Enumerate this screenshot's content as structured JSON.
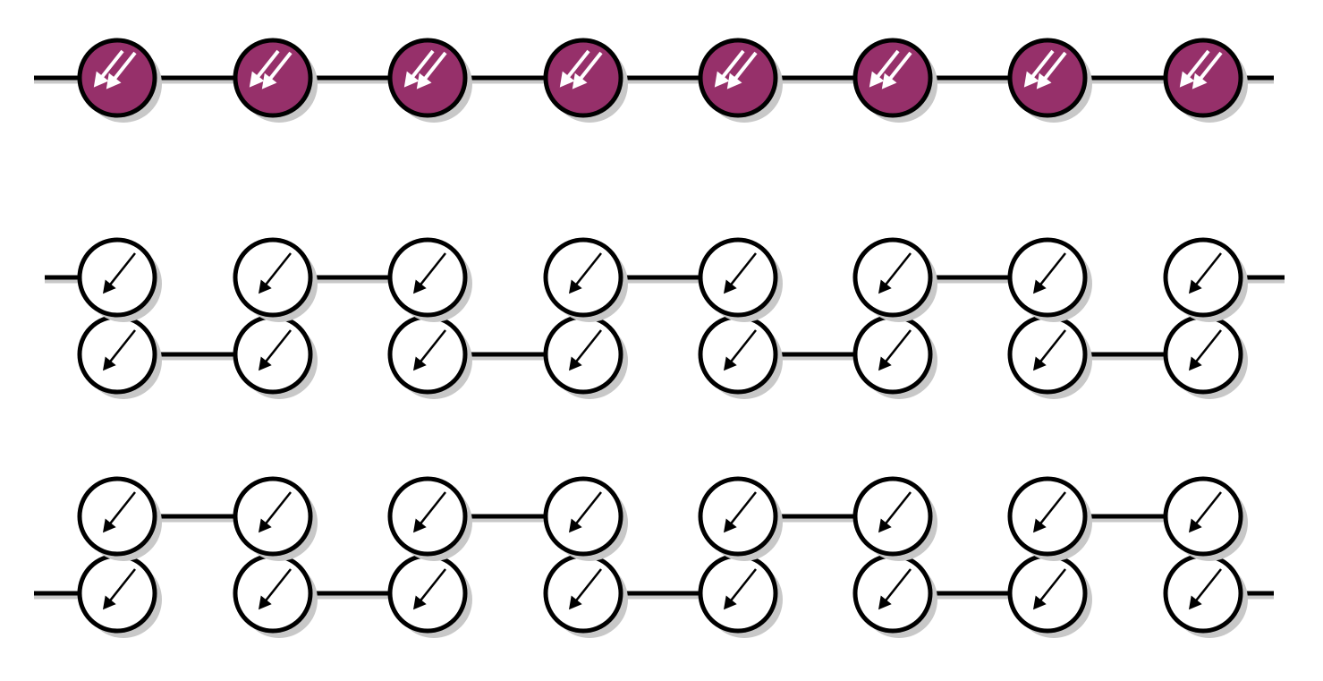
{
  "diagram": {
    "colors": {
      "background": "#ffffff",
      "line": "#000000",
      "shadow": "#c8c8c8",
      "filled_node": "#96306a",
      "filled_node_glyph": "#ffffff",
      "open_node": "#ffffff",
      "open_node_glyph": "#000000"
    },
    "rows": [
      {
        "name": "dimer-chain-row",
        "node_style": "filled",
        "glyph": "double-arrow-icon",
        "tracks": 1,
        "node_count": 8,
        "lead_in": true,
        "lead_out": true,
        "bonds": [
          {
            "track": "top",
            "from": 0,
            "to": 1
          },
          {
            "track": "top",
            "from": 1,
            "to": 2
          },
          {
            "track": "top",
            "from": 2,
            "to": 3
          },
          {
            "track": "top",
            "from": 3,
            "to": 4
          },
          {
            "track": "top",
            "from": 4,
            "to": 5
          },
          {
            "track": "top",
            "from": 5,
            "to": 6
          },
          {
            "track": "top",
            "from": 6,
            "to": 7
          }
        ]
      },
      {
        "name": "ladder-row-a",
        "node_style": "open",
        "glyph": "single-arrow-icon",
        "tracks": 2,
        "node_count": 8,
        "lead_in": "top",
        "lead_out": "top",
        "bonds": [
          {
            "track": "top",
            "from": 1,
            "to": 2
          },
          {
            "track": "top",
            "from": 3,
            "to": 4
          },
          {
            "track": "top",
            "from": 5,
            "to": 6
          },
          {
            "track": "bottom",
            "from": 0,
            "to": 1
          },
          {
            "track": "bottom",
            "from": 2,
            "to": 3
          },
          {
            "track": "bottom",
            "from": 4,
            "to": 5
          },
          {
            "track": "bottom",
            "from": 6,
            "to": 7
          }
        ]
      },
      {
        "name": "ladder-row-b",
        "node_style": "open",
        "glyph": "single-arrow-icon",
        "tracks": 2,
        "node_count": 8,
        "lead_in": "bottom",
        "lead_out": "bottom",
        "bonds": [
          {
            "track": "top",
            "from": 0,
            "to": 1
          },
          {
            "track": "top",
            "from": 2,
            "to": 3
          },
          {
            "track": "top",
            "from": 4,
            "to": 5
          },
          {
            "track": "top",
            "from": 6,
            "to": 7
          },
          {
            "track": "bottom",
            "from": 1,
            "to": 2
          },
          {
            "track": "bottom",
            "from": 3,
            "to": 4
          },
          {
            "track": "bottom",
            "from": 5,
            "to": 6
          }
        ]
      }
    ]
  }
}
